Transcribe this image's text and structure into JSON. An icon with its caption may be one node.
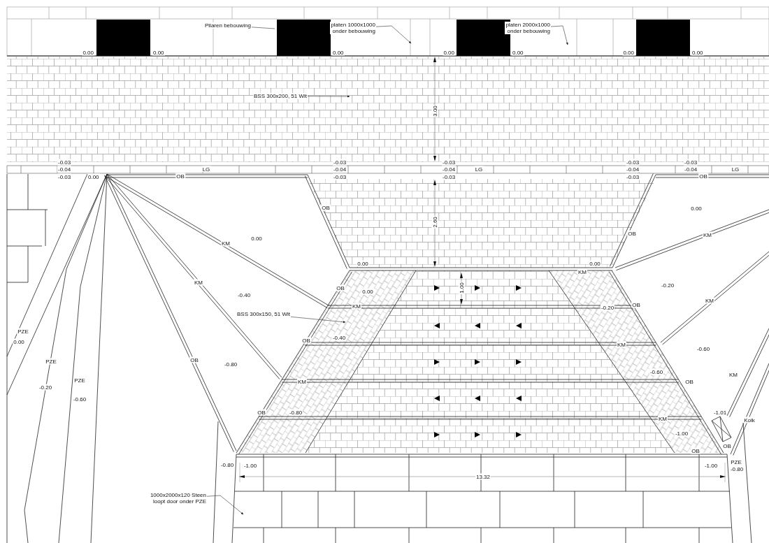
{
  "diagram": {
    "nodes": [
      {
        "text": [
          "Pilaren bebouwing"
        ]
      },
      {
        "text": [
          "platen 1000x1000 onder bebouwing"
        ]
      },
      {
        "text": [
          "platen 2000x1000 onder bebouwing"
        ]
      },
      {
        "text": [
          "BSS 300x200, 51 Wit"
        ]
      },
      {
        "text": [
          "BSS 300x150, 51 Wit"
        ]
      },
      {
        "text": [
          "1000x2000x120 Steen loopt door onder PZE"
        ]
      }
    ],
    "edges": [
      {
        "from": 0,
        "to": null,
        "arrow": "none"
      },
      {
        "from": 1,
        "to": null,
        "arrow": "to"
      },
      {
        "from": 2,
        "to": null,
        "arrow": "to"
      },
      {
        "from": 3,
        "to": null,
        "arrow": "to"
      },
      {
        "from": 4,
        "to": null,
        "arrow": "to"
      },
      {
        "from": 5,
        "to": null,
        "arrow": "to"
      }
    ],
    "labels": [
      "0.00",
      "0.00",
      "0.00",
      "0.00",
      "0.00",
      "0.00",
      "0.00",
      "3.00",
      "-0.03",
      "-0.03",
      "-0.03",
      "-0.03",
      "-0.03",
      "-0.04",
      "LG",
      "-0.04",
      "-0.04",
      "LG",
      "-0.04",
      "-0.04",
      "LG",
      "-0.03",
      "0.00",
      "OB",
      "-0.03",
      "-0.03",
      "-0.03",
      "OB",
      "OB",
      "0.00",
      "2.60",
      "OB",
      "KM",
      "0.00",
      "KM",
      "0.00",
      "0.00",
      "KM",
      "KM",
      "1.00",
      "-0.20",
      "OB",
      "0.00",
      "-0.40",
      "KM",
      "-0.20",
      "OB",
      "KM",
      "PZE",
      "-0.40",
      "OB",
      "0.00",
      "KM",
      "-0.60",
      "OB",
      "PZE",
      "-0.80",
      "-0.60",
      "KM",
      "KM",
      "PZE",
      "OB",
      "-0.20",
      "-0.60",
      "OB",
      "-0.80",
      "-1.01",
      "KM",
      "Kolk",
      "-1.00",
      "OB",
      "OB",
      "PZE",
      "-0.80",
      "-1.00",
      "-1.00",
      "-0.80",
      "13.32"
    ]
  }
}
